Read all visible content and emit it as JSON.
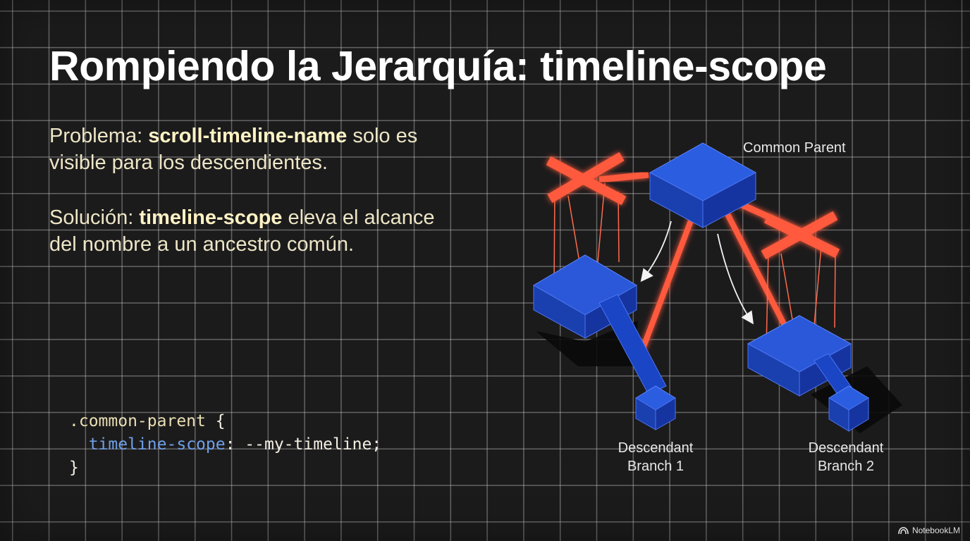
{
  "title": "Rompiendo la Jerarquía: timeline-scope",
  "problem": {
    "prefix": "Problema: ",
    "term": "scroll-timeline-name",
    "rest": " solo es visible para los descendientes."
  },
  "solution": {
    "prefix": "Solución: ",
    "term": "timeline-scope",
    "rest": " eleva el alcance del nombre a un ancestro común."
  },
  "code": {
    "selector": ".common-parent",
    "open_brace": " {",
    "property": "timeline-scope",
    "value": ": --my-timeline;",
    "close_brace": "}"
  },
  "diagram": {
    "parent_label": "Common Parent",
    "branch1_label_line1": "Descendant",
    "branch1_label_line2": "Branch 1",
    "branch2_label_line1": "Descendant",
    "branch2_label_line2": "Branch 2",
    "colors": {
      "node_blue": "#1a43b8",
      "node_blue_light": "#2b5de0",
      "blocked_link": "#ff5a3c"
    }
  },
  "watermark": {
    "icon": "notebooklm-logo-icon",
    "text": "NotebookLM"
  }
}
